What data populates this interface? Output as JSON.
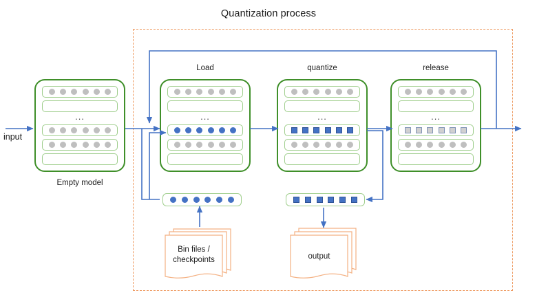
{
  "diagram": {
    "title": "Quantization process",
    "region_label": "quantization-process-region",
    "colors": {
      "model_border": "#3f8f29",
      "row_border": "#9fce8c",
      "inactive_node": "#bfbfbf",
      "active_node": "#4472c4",
      "quantized_node": "#4472c4",
      "quantized_node_border": "#2f5496",
      "released_node": "#d0d0d0",
      "released_node_border": "#7f93b5",
      "arrow": "#4472c4",
      "process_dashed": "#ee9b62",
      "doc_outline": "#f4b183",
      "text": "#1c1c1c"
    }
  },
  "flow": {
    "input_label": "input"
  },
  "stages": [
    {
      "id": "empty-model",
      "label": "",
      "caption": "Empty model",
      "rows": [
        {
          "type": "dots",
          "count": 6,
          "state": "inactive"
        },
        {
          "type": "empty"
        },
        {
          "type": "ellipsis",
          "text": "..."
        },
        {
          "type": "dots",
          "count": 6,
          "state": "inactive"
        },
        {
          "type": "dots",
          "count": 6,
          "state": "inactive"
        },
        {
          "type": "empty"
        }
      ]
    },
    {
      "id": "load",
      "label": "Load",
      "caption": "",
      "rows": [
        {
          "type": "dots",
          "count": 6,
          "state": "inactive"
        },
        {
          "type": "empty"
        },
        {
          "type": "ellipsis",
          "text": "..."
        },
        {
          "type": "dots",
          "count": 6,
          "state": "active"
        },
        {
          "type": "dots",
          "count": 6,
          "state": "inactive"
        },
        {
          "type": "empty"
        }
      ]
    },
    {
      "id": "quantize",
      "label": "quantize",
      "caption": "",
      "rows": [
        {
          "type": "dots",
          "count": 6,
          "state": "inactive"
        },
        {
          "type": "empty"
        },
        {
          "type": "ellipsis",
          "text": "..."
        },
        {
          "type": "squares",
          "count": 6,
          "state": "quantized"
        },
        {
          "type": "dots",
          "count": 6,
          "state": "inactive"
        },
        {
          "type": "empty"
        }
      ]
    },
    {
      "id": "release",
      "label": "release",
      "caption": "",
      "rows": [
        {
          "type": "dots",
          "count": 6,
          "state": "inactive"
        },
        {
          "type": "empty"
        },
        {
          "type": "ellipsis",
          "text": "..."
        },
        {
          "type": "squares",
          "count": 6,
          "state": "released"
        },
        {
          "type": "dots",
          "count": 6,
          "state": "inactive"
        },
        {
          "type": "empty"
        }
      ]
    }
  ],
  "strips": [
    {
      "id": "loaded-weights-strip",
      "type": "dots",
      "count": 6,
      "state": "active"
    },
    {
      "id": "quantized-weights-strip",
      "type": "squares",
      "count": 6,
      "state": "quantized"
    }
  ],
  "documents": [
    {
      "id": "bin-files",
      "line1": "Bin files /",
      "line2": "checkpoints"
    },
    {
      "id": "output",
      "line1": "output",
      "line2": ""
    }
  ]
}
